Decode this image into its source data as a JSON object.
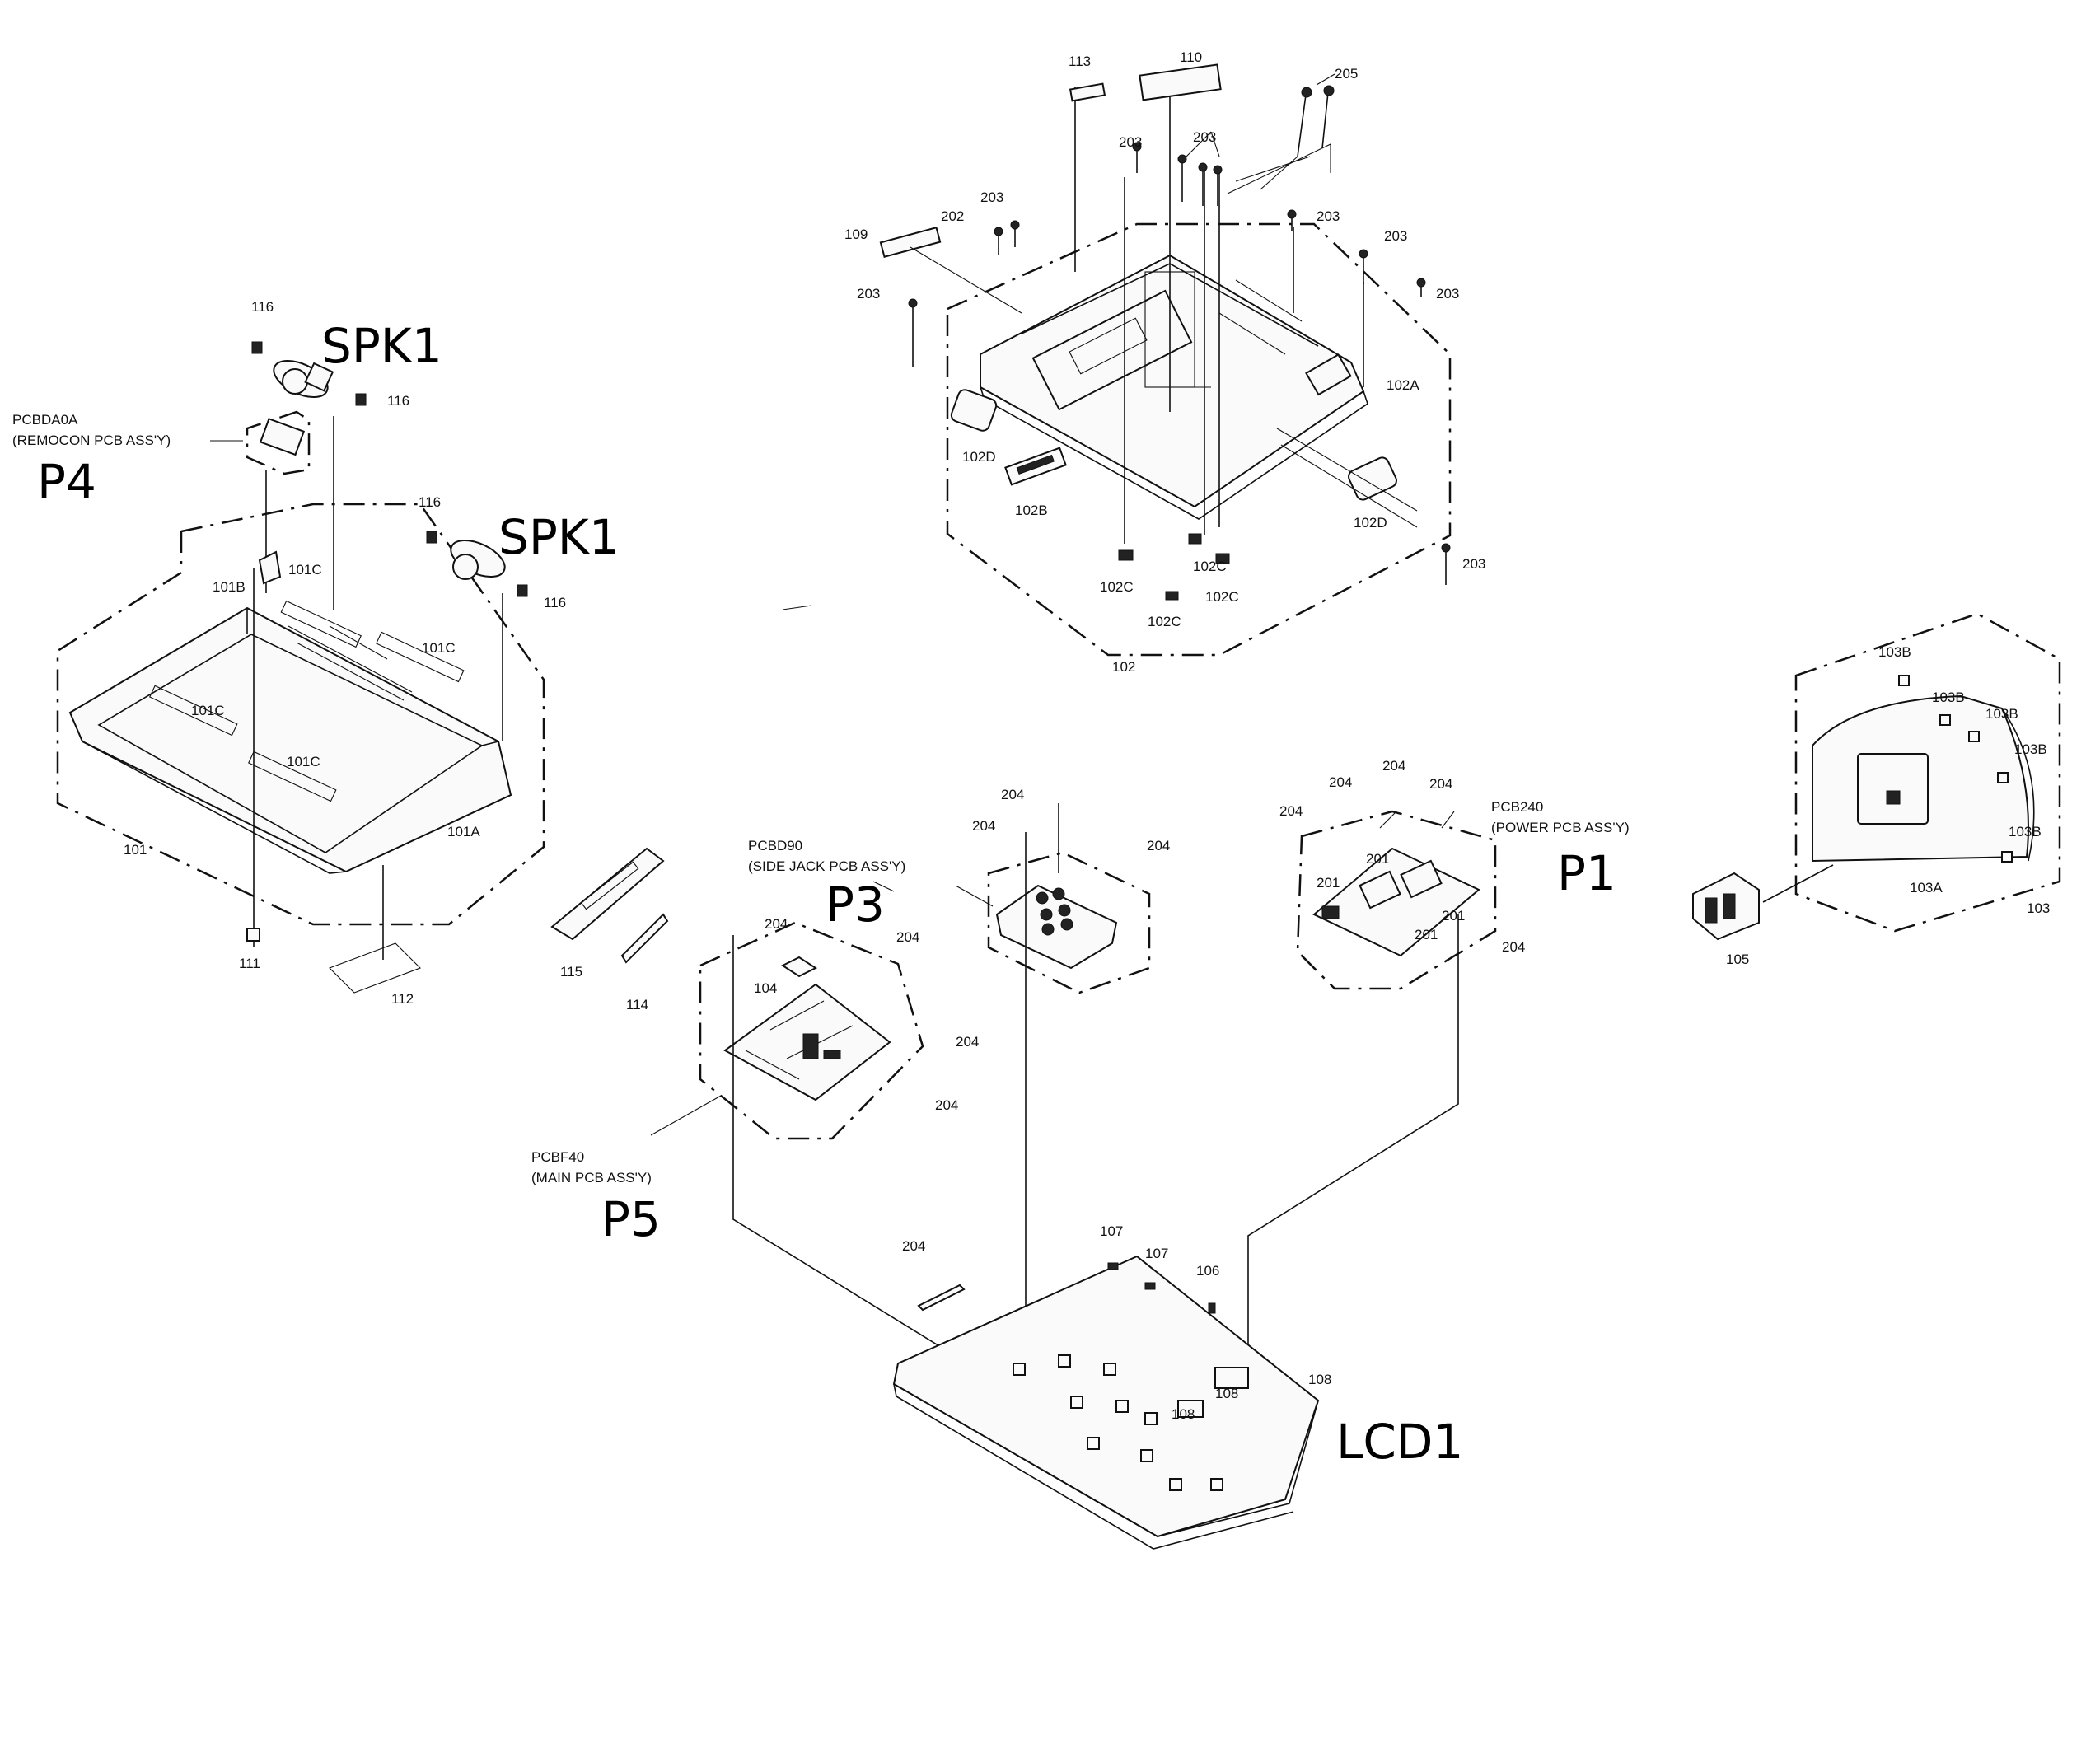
{
  "labels": {
    "l113": "113",
    "l110": "110",
    "l205": "205",
    "l203a": "203",
    "l203b": "203",
    "l203c": "203",
    "l203d": "203",
    "l203e": "203",
    "l203f": "203",
    "l203g": "203",
    "l203h": "203",
    "l202": "202",
    "l109": "109",
    "l102a": "102A",
    "l102b": "102B",
    "l102d1": "102D",
    "l102d2": "102D",
    "l102c1": "102C",
    "l102c2": "102C",
    "l102c3": "102C",
    "l102c4": "102C",
    "l102": "102",
    "l116a": "116",
    "l116b": "116",
    "l116c": "116",
    "l116d": "116",
    "l101b": "101B",
    "l101c1": "101C",
    "l101c2": "101C",
    "l101c3": "101C",
    "l101c4": "101C",
    "l101": "101",
    "l101a": "101A",
    "l111": "111",
    "l112": "112",
    "l103b1": "103B",
    "l103b2": "103B",
    "l103b3": "103B",
    "l103b4": "103B",
    "l103b5": "103B",
    "l103a": "103A",
    "l103": "103",
    "l105": "105",
    "l204a": "204",
    "l204b": "204",
    "l204c": "204",
    "l204d": "204",
    "l204e": "204",
    "l204f": "204",
    "l204g": "204",
    "l204h": "204",
    "l204i": "204",
    "l204j": "204",
    "l204k": "204",
    "l204l": "204",
    "l201a": "201",
    "l201b": "201",
    "l201c": "201",
    "l201d": "201",
    "l115": "115",
    "l114": "114",
    "l104": "104",
    "l107a": "107",
    "l107b": "107",
    "l106": "106",
    "l108a": "108",
    "l108b": "108",
    "l108c": "108"
  },
  "assemblies": {
    "remocon_code": "PCBDA0A",
    "remocon_name": "(REMOCON PCB ASS'Y)",
    "sidejack_code": "PCBD90",
    "sidejack_name": "(SIDE JACK PCB ASS'Y)",
    "power_code": "PCB240",
    "power_name": "(POWER PCB ASS'Y)",
    "main_code": "PCBF40",
    "main_name": "(MAIN PCB ASS'Y)"
  },
  "handwritten": {
    "spk1_top": "SPK1",
    "spk1_mid": "SPK1",
    "p4": "P4",
    "p3": "P3",
    "p1": "P1",
    "p5": "P5",
    "lcd1": "LCD1"
  }
}
